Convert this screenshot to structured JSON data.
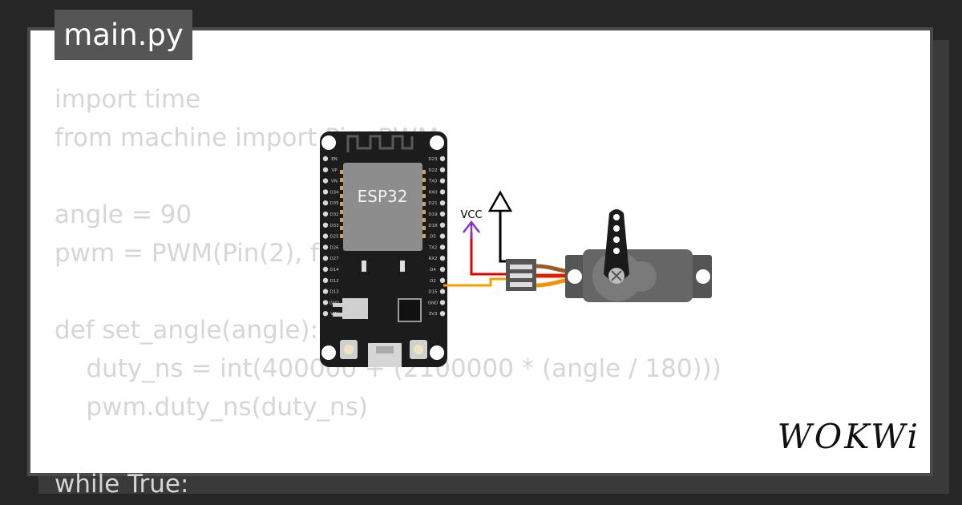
{
  "file_tab": {
    "label": "main.py"
  },
  "code": {
    "lines": [
      "import time",
      "from machine import Pin, PWM",
      "",
      "angle = 90",
      "pwm = PWM(Pin(2), freq=50)",
      "",
      "def set_angle(angle):",
      "    duty_ns = int(400000 + (2100000 * (angle / 180)))",
      "    pwm.duty_ns(duty_ns)",
      "",
      "while True:"
    ]
  },
  "circuit": {
    "board": {
      "label": "ESP32",
      "left_pins": [
        "EN",
        "VP",
        "VN",
        "D34",
        "D35",
        "D32",
        "D33",
        "D25",
        "D26",
        "D27",
        "D14",
        "D12",
        "D13",
        "GND",
        "VIN"
      ],
      "right_pins": [
        "D23",
        "D22",
        "TX0",
        "RX0",
        "D21",
        "D19",
        "D18",
        "D5",
        "TX2",
        "RX2",
        "D4",
        "D2",
        "D15",
        "GND",
        "3V3"
      ]
    },
    "power_label": "VCC",
    "colors": {
      "signal_wire": "#f5a000",
      "power_wire": "#e00000",
      "ground_wire": "#000000",
      "vcc_symbol": "#8b2fc9",
      "board": "#1c1c1c"
    }
  },
  "brand": {
    "logo_text": "WOKWi"
  }
}
